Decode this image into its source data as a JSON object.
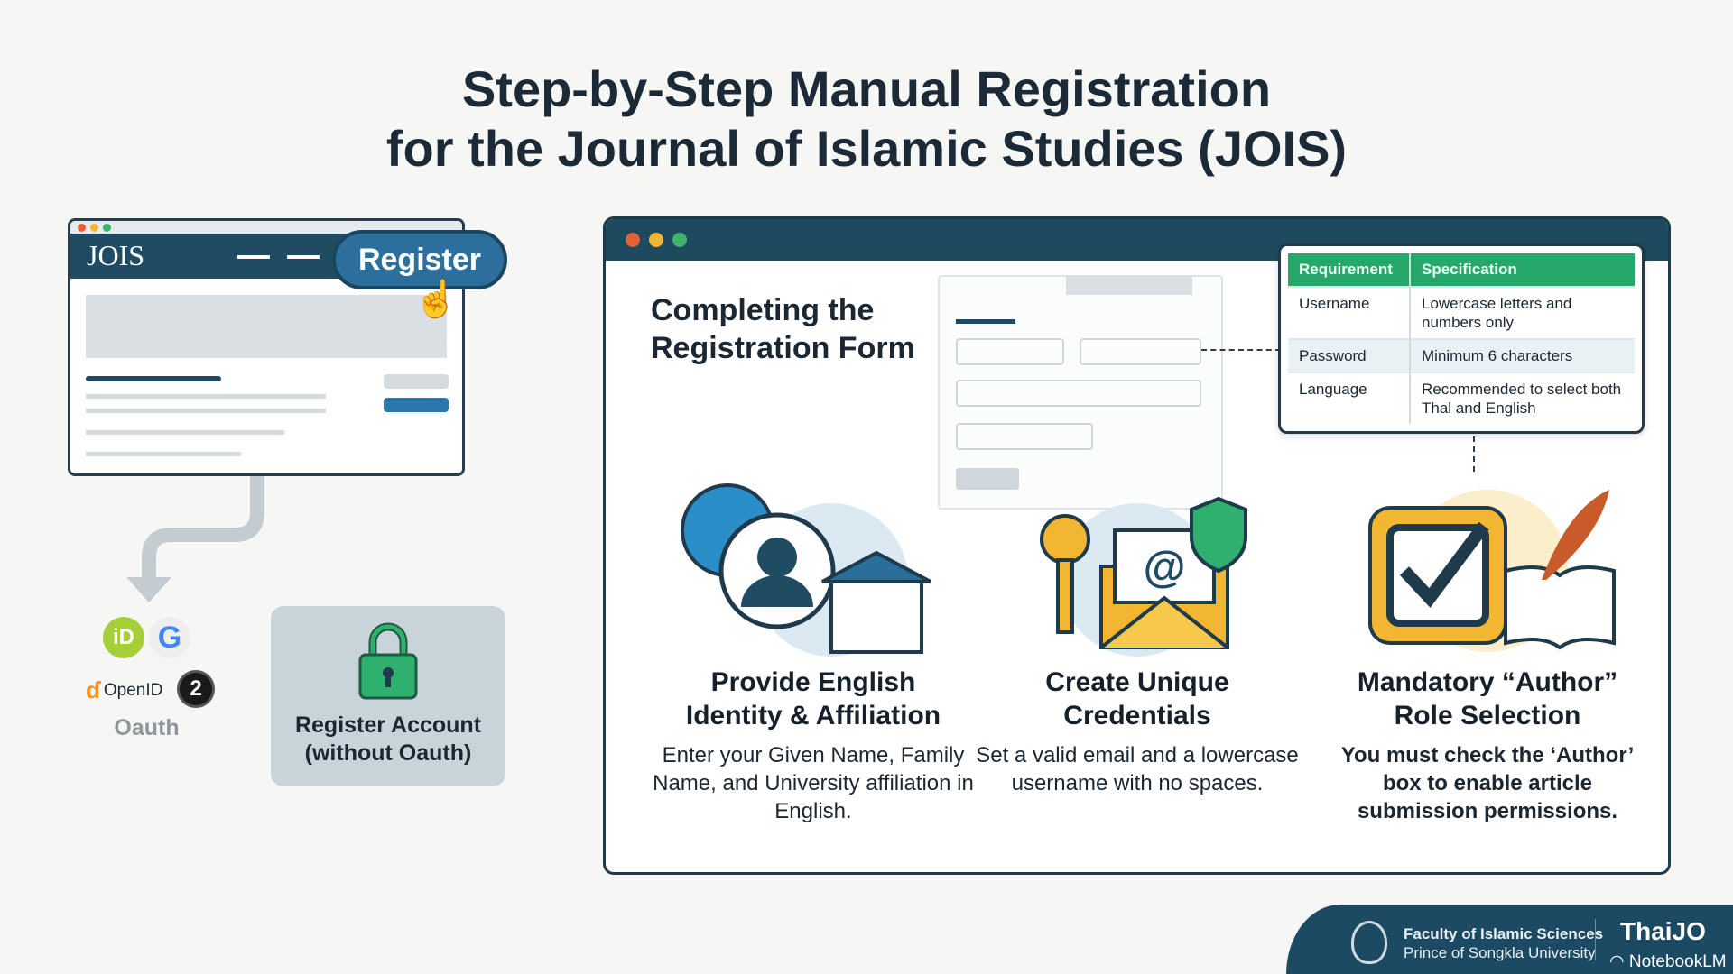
{
  "title": {
    "line1": "Step-by-Step Manual Registration",
    "line2": "for the Journal of Islamic Studies (JOIS)"
  },
  "browser": {
    "logo": "JOIS",
    "register_button": "Register"
  },
  "oauth": {
    "openid": "OpenID",
    "oauth2_badge": "2",
    "label": "Oauth",
    "icons": [
      "orcid-icon",
      "google-icon",
      "openid-icon",
      "oauth2-icon"
    ]
  },
  "register_account": {
    "label_line1": "Register Account",
    "label_line2": "(without Oauth)"
  },
  "panel": {
    "heading_line1": "Completing the",
    "heading_line2": "Registration Form"
  },
  "requirements_table": {
    "headers": [
      "Requirement",
      "Specification"
    ],
    "rows": [
      [
        "Username",
        "Lowercase letters and numbers only"
      ],
      [
        "Password",
        "Minimum 6 characters"
      ],
      [
        "Language",
        "Recommended to select both Thal and English"
      ]
    ]
  },
  "steps": [
    {
      "title_line1": "Provide English",
      "title_line2": "Identity & Affiliation",
      "description": "Enter your Given Name, Family Name, and University affiliation in English."
    },
    {
      "title_line1": "Create Unique",
      "title_line2": "Credentials",
      "description": "Set a valid email and a lowercase username with no spaces."
    },
    {
      "title_line1": "Mandatory “Author”",
      "title_line2": "Role Selection",
      "description": "You must check the ‘Author’ box to enable article submission permissions."
    }
  ],
  "footer": {
    "faculty": "Faculty of Islamic Sciences",
    "university": "Prince of Songkla University",
    "brand": "ThaiJO",
    "notebooklm": "NotebookLM"
  },
  "colors": {
    "navy": "#1e4a5f",
    "green": "#27a86b",
    "accent_blue": "#2c6f9c"
  }
}
